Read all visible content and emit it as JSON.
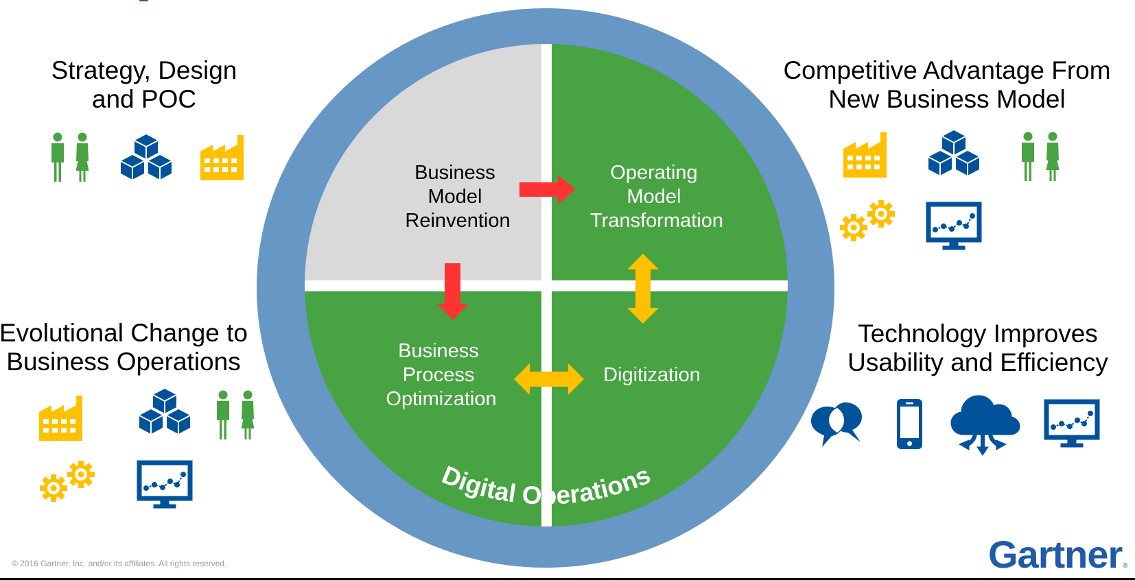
{
  "colors": {
    "ring": "#6797c4",
    "green_quadrant": "#48a342",
    "gray_quadrant": "#d9d9d9",
    "divider": "#ffffff",
    "red_arrow": "#ff3333",
    "yellow_arrow": "#ffc000",
    "icon_blue": "#00529b",
    "icon_green": "#48a342",
    "icon_yellow": "#ffc000",
    "logo": "#1f5ba8"
  },
  "circle": {
    "ring_label": "Digital Operations",
    "quadrants": [
      {
        "id": "top-left",
        "lines": [
          "Business",
          "Model",
          "Reinvention"
        ],
        "fill": "gray"
      },
      {
        "id": "top-right",
        "lines": [
          "Operating",
          "Model",
          "Transformation"
        ],
        "fill": "green"
      },
      {
        "id": "bottom-left",
        "lines": [
          "Business",
          "Process",
          "Optimization"
        ],
        "fill": "green"
      },
      {
        "id": "bottom-right",
        "lines": [
          "Digitization"
        ],
        "fill": "green"
      }
    ],
    "arrows": [
      {
        "from": "Business Model Reinvention",
        "to": "Operating Model Transformation",
        "type": "one-way",
        "color": "red"
      },
      {
        "from": "Business Model Reinvention",
        "to": "Business Process Optimization",
        "type": "one-way",
        "color": "red"
      },
      {
        "from": "Operating Model Transformation",
        "to": "Digitization",
        "type": "two-way",
        "color": "yellow"
      },
      {
        "from": "Business Process Optimization",
        "to": "Digitization",
        "type": "two-way",
        "color": "yellow"
      }
    ]
  },
  "corners": {
    "top_left": {
      "lines": [
        "Strategy, Design",
        "and POC"
      ],
      "icons": [
        "people-icon",
        "cubes-icon",
        "factory-icon"
      ]
    },
    "top_right": {
      "lines": [
        "Competitive Advantage From",
        "New Business Model"
      ],
      "icons": [
        "factory-icon",
        "cubes-icon",
        "people-icon",
        "gears-icon",
        "monitor-chart-icon"
      ]
    },
    "bottom_left": {
      "lines": [
        "Evolutional Change to",
        "Business Operations"
      ],
      "icons": [
        "factory-icon",
        "cubes-icon",
        "people-icon",
        "gears-icon",
        "monitor-chart-icon"
      ]
    },
    "bottom_right": {
      "lines": [
        "Technology Improves",
        "Usability and Efficiency"
      ],
      "icons": [
        "speech-bubbles-icon",
        "smartphone-icon",
        "cloud-icon",
        "monitor-chart-icon"
      ]
    }
  },
  "footer": {
    "copyright": "© 2016 Gartner, Inc. and/or its affiliates. All rights reserved.",
    "logo_text": "Gartner",
    "logo_mark": "®"
  }
}
